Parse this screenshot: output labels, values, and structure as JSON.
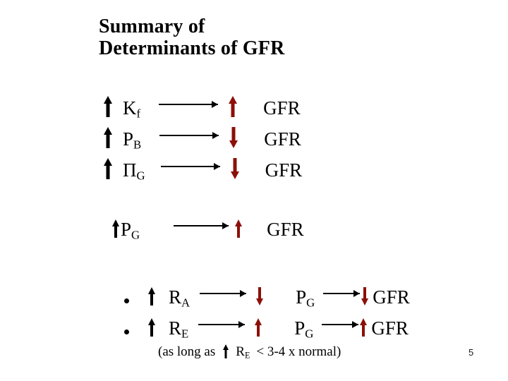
{
  "slide": {
    "title": "Summary of\nDeterminants of GFR",
    "page_number": "5",
    "colors": {
      "text": "#000000",
      "red_arrow": "#8B1008",
      "background": "#ffffff"
    }
  },
  "equations": [
    {
      "id": "row-kf",
      "cause_arrow": {
        "direction": "up",
        "color": "black",
        "icon": "arrow-up-icon"
      },
      "cause_label": "K",
      "cause_sub": "f",
      "link": "arrow-right-icon",
      "effect_arrow": {
        "direction": "up",
        "color": "red",
        "icon": "arrow-up-icon"
      },
      "effect_label": "GFR"
    },
    {
      "id": "row-pb",
      "cause_arrow": {
        "direction": "up",
        "color": "black",
        "icon": "arrow-up-icon"
      },
      "cause_label": "P",
      "cause_sub": "B",
      "link": "arrow-right-icon",
      "effect_arrow": {
        "direction": "down",
        "color": "red",
        "icon": "arrow-down-icon"
      },
      "effect_label": "GFR"
    },
    {
      "id": "row-pig",
      "cause_arrow": {
        "direction": "up",
        "color": "black",
        "icon": "arrow-up-icon"
      },
      "cause_label": "Π",
      "cause_sub": "G",
      "link": "arrow-right-icon",
      "effect_arrow": {
        "direction": "down",
        "color": "red",
        "icon": "arrow-down-icon"
      },
      "effect_label": "GFR"
    }
  ],
  "standalone": {
    "id": "row-pg",
    "cause_arrow": {
      "direction": "up",
      "color": "black",
      "icon": "arrow-up-icon"
    },
    "cause_label": "P",
    "cause_sub": "G",
    "link": "arrow-right-icon",
    "effect_arrow": {
      "direction": "up",
      "color": "red",
      "icon": "arrow-up-icon"
    },
    "effect_label": "GFR"
  },
  "bullets": [
    {
      "id": "bullet-ra",
      "bullet": "•",
      "cause_arrow": {
        "direction": "up",
        "color": "black",
        "icon": "arrow-up-icon"
      },
      "cause_label": "R",
      "cause_sub": "A",
      "link1": "arrow-right-icon",
      "mid_arrow": {
        "direction": "down",
        "color": "red",
        "icon": "arrow-down-icon"
      },
      "mid_label": "P",
      "mid_sub": "G",
      "link2": "arrow-right-icon",
      "effect_arrow": {
        "direction": "down",
        "color": "red",
        "icon": "arrow-down-icon"
      },
      "effect_label": "GFR"
    },
    {
      "id": "bullet-re",
      "bullet": "•",
      "cause_arrow": {
        "direction": "up",
        "color": "black",
        "icon": "arrow-up-icon"
      },
      "cause_label": "R",
      "cause_sub": "E",
      "link1": "arrow-right-icon",
      "mid_arrow": {
        "direction": "up",
        "color": "red",
        "icon": "arrow-up-icon"
      },
      "mid_label": "P",
      "mid_sub": "G",
      "link2": "arrow-right-icon",
      "effect_arrow": {
        "direction": "up",
        "color": "red",
        "icon": "arrow-up-icon"
      },
      "effect_label": "GFR"
    }
  ],
  "footnote": {
    "prefix": "(as long as",
    "arrow": {
      "direction": "up",
      "color": "black",
      "icon": "arrow-up-icon"
    },
    "symbol": "R",
    "symbol_sub": "E",
    "suffix": "< 3-4 x normal)"
  }
}
